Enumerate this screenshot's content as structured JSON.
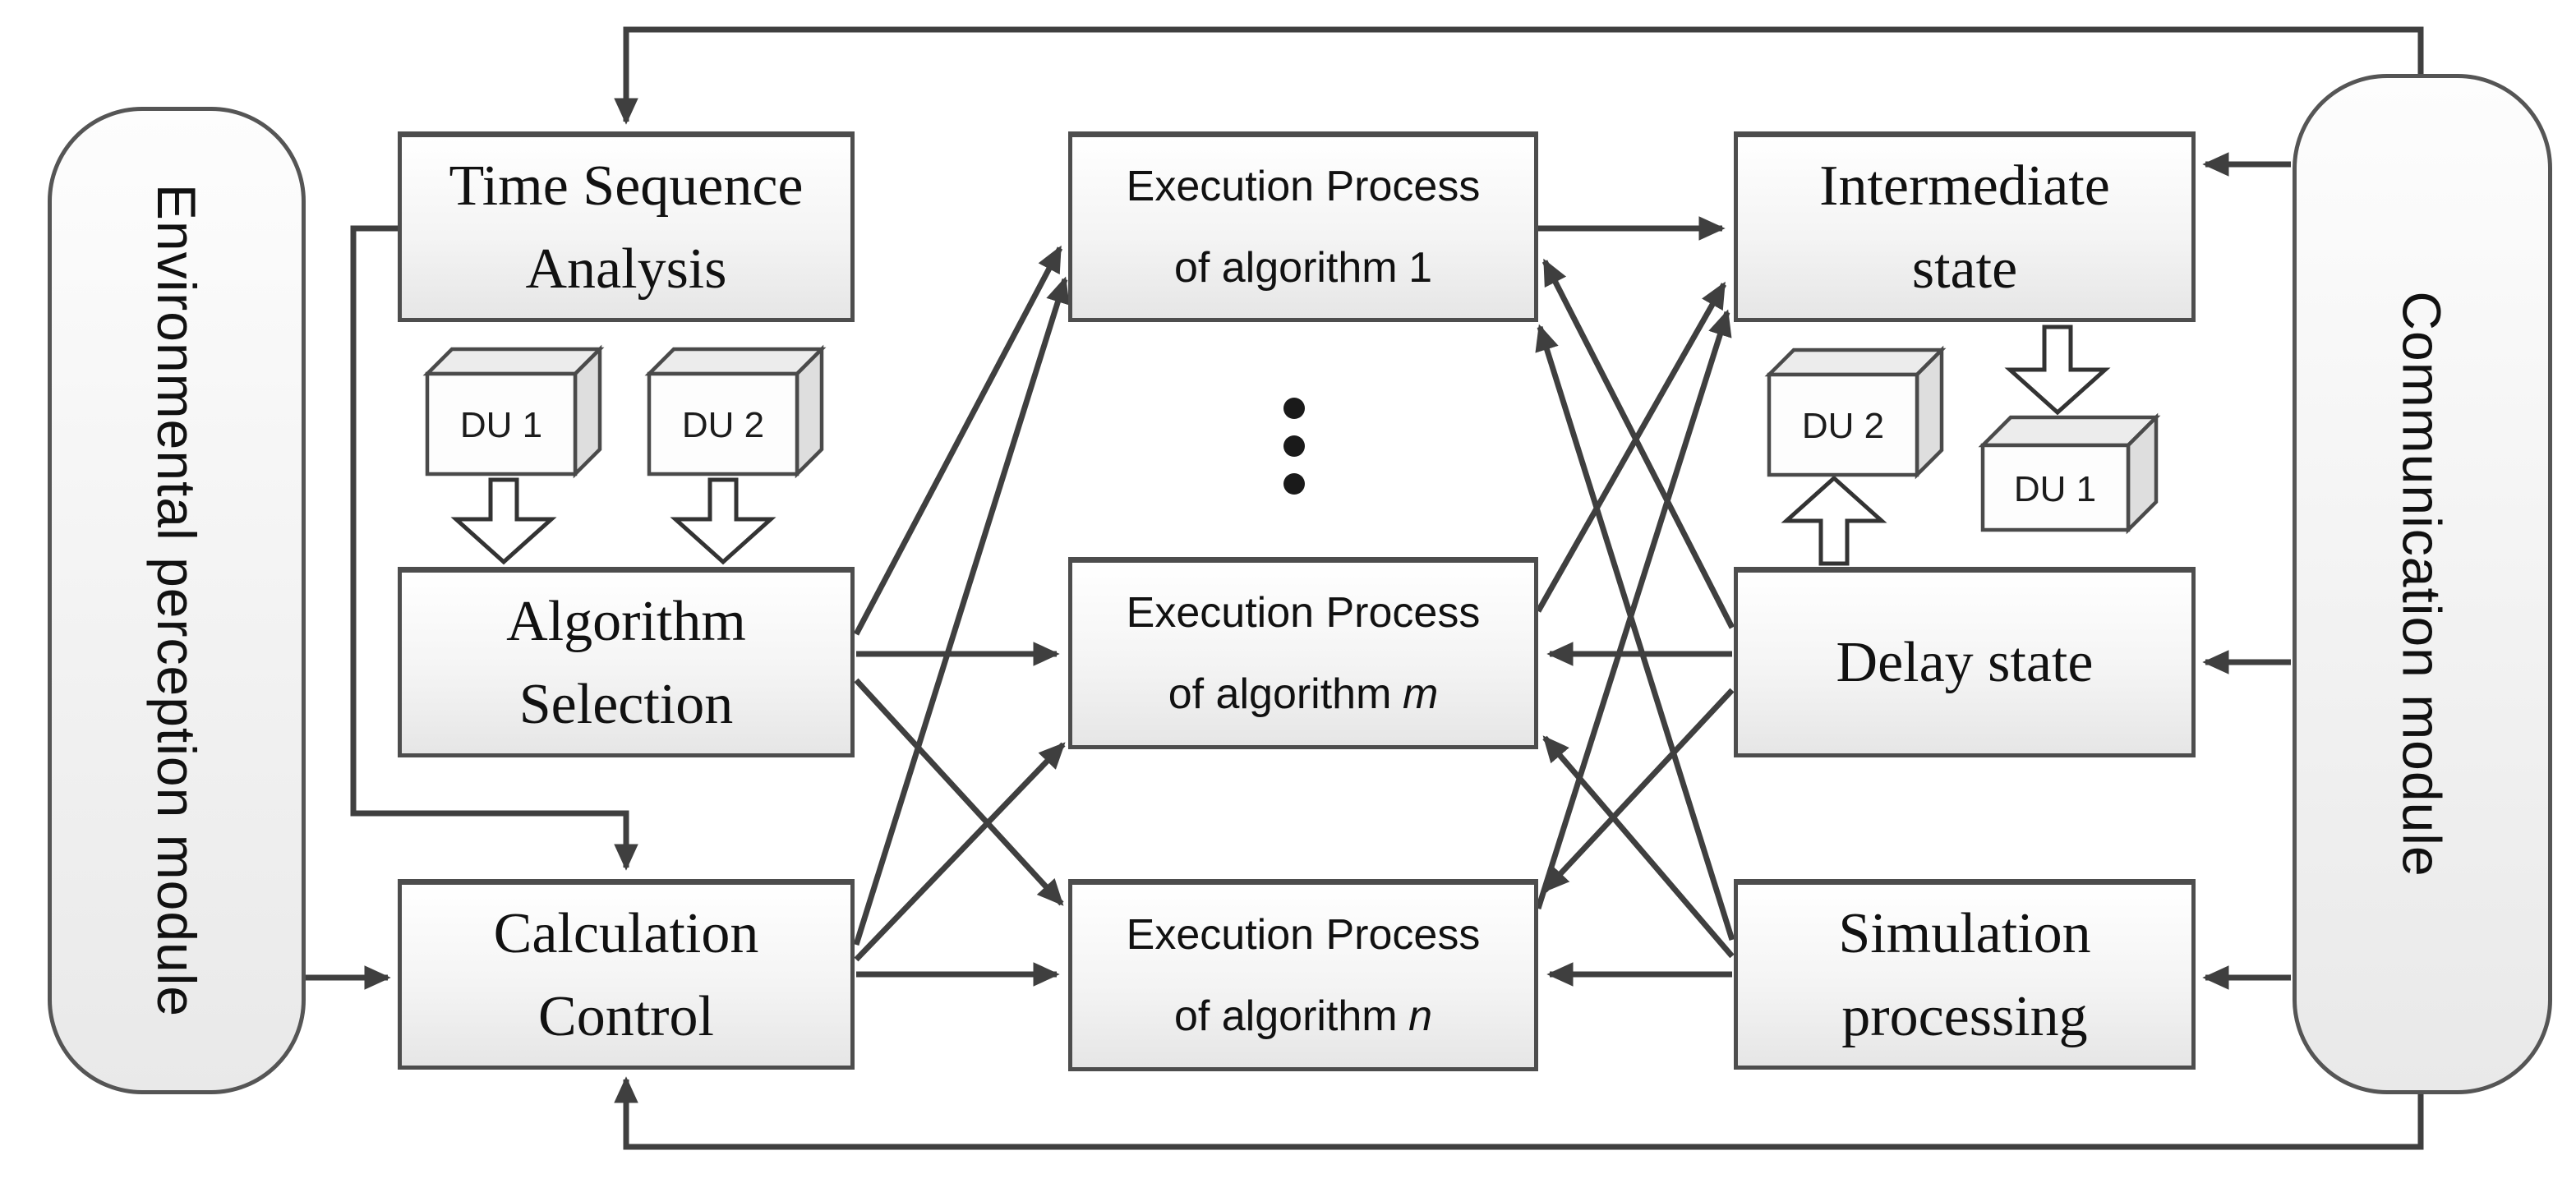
{
  "colors": {
    "line": "#3f3f3f",
    "box_border": "#4d4d4d",
    "box_fill_top": "#ffffff",
    "box_fill_bottom": "#e6e6e6",
    "text": "#111111"
  },
  "modules": {
    "env": {
      "label": "Environmental perception module"
    },
    "comm": {
      "label": "Communication module"
    }
  },
  "boxes": {
    "tsa": {
      "line1": "Time Sequence",
      "line2": "Analysis"
    },
    "alg": {
      "line1": "Algorithm",
      "line2": "Selection"
    },
    "calc": {
      "line1": "Calculation",
      "line2": "Control"
    },
    "ep1": {
      "line1": "Execution Process",
      "line2_prefix": "of algorithm",
      "variable": "1"
    },
    "epm": {
      "line1": "Execution Process",
      "line2_prefix": "of algorithm",
      "variable": "m"
    },
    "epn": {
      "line1": "Execution Process",
      "line2_prefix": "of algorithm",
      "variable": "n"
    },
    "inter": {
      "line1": "Intermediate",
      "line2": "state"
    },
    "delay": {
      "line1": "Delay state"
    },
    "sim": {
      "line1": "Simulation",
      "line2": "processing"
    }
  },
  "data_units": {
    "left_du1": "DU 1",
    "left_du2": "DU 2",
    "right_du2": "DU 2",
    "right_du1": "DU 1"
  }
}
